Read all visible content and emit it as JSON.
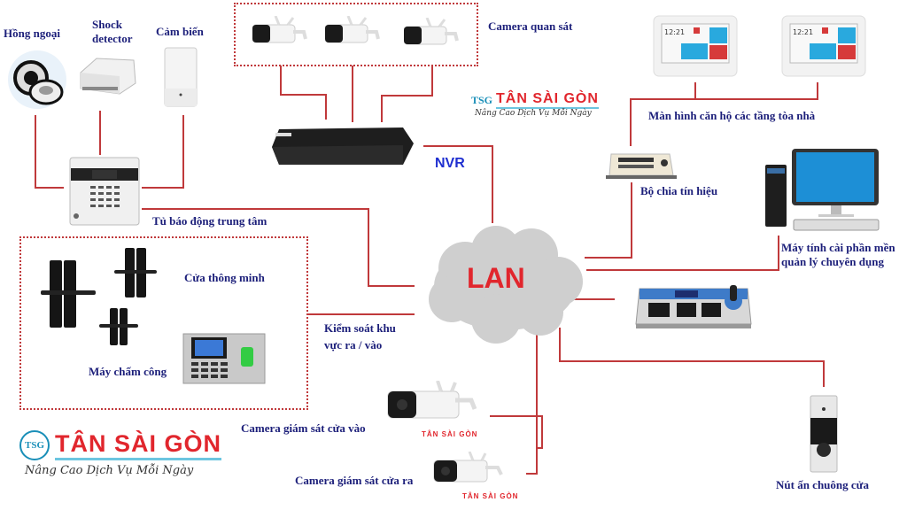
{
  "labels": {
    "infrared": "Hồng ngoại",
    "shock_detector": "Shock\ndetector",
    "sensor": "Cảm biến",
    "surveillance_cameras": "Camera quan sát",
    "nvr": "NVR",
    "apartment_monitors": "Màn hình căn hộ các tầng tòa nhà",
    "signal_splitter": "Bộ chia tín hiệu",
    "management_pc": "Máy tính cài phần mền\nquản lý chuyên dụng",
    "alarm_panel": "Tủ báo động trung tâm",
    "smart_door": "Cửa thông minh",
    "time_attendance": "Máy chấm công",
    "access_control": "Kiểm soát khu\nvực ra / vào",
    "lan": "LAN",
    "entrance_camera": "Camera giám sát cửa vào",
    "exit_camera": "Camera giám sát cửa ra",
    "doorbell": "Nút ấn chuông cửa"
  },
  "logo": {
    "brand": "TÂN SÀI GÒN",
    "slogan": "Nâng Cao Dịch Vụ Mỗi Ngày",
    "monogram": "TSG"
  },
  "monitor_screen": {
    "time": "12:21"
  },
  "colors": {
    "wire": "#c0393b",
    "label": "#1c1f7a",
    "brand_red": "#e1262d",
    "nvr_blue": "#1f2fd0",
    "cloud": "#cfcfcf"
  }
}
